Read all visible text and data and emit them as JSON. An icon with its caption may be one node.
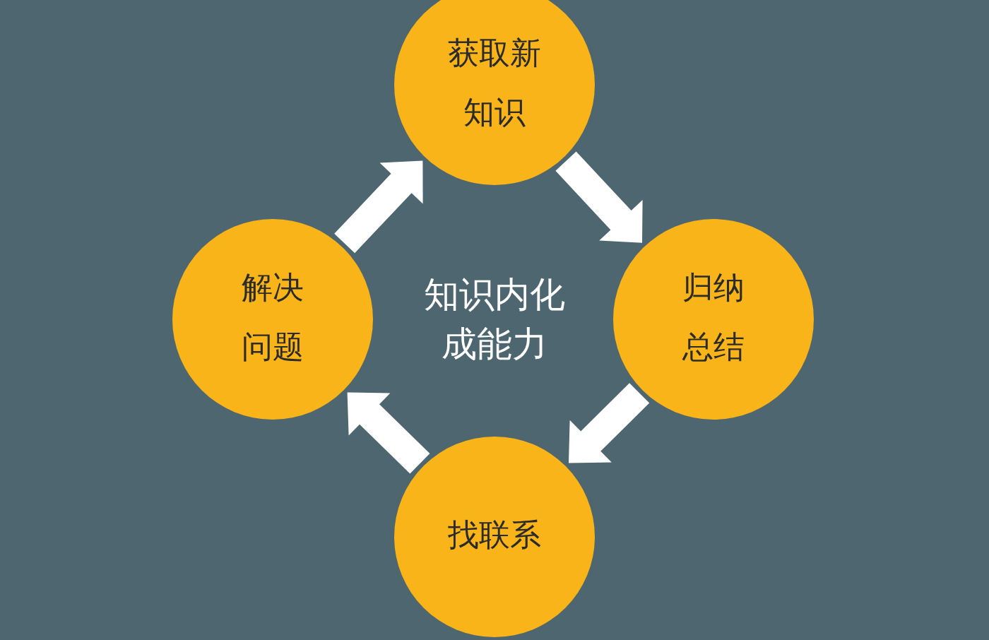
{
  "diagram": {
    "nodes": [
      {
        "text": [
          "获取新知识"
        ]
      },
      {
        "text": [
          "归纳总结"
        ]
      },
      {
        "text": [
          "找联系"
        ]
      },
      {
        "text": [
          "解决问题"
        ]
      }
    ],
    "edges": [
      {
        "from": 0,
        "to": 1,
        "arrow": "to"
      },
      {
        "from": 1,
        "to": 2,
        "arrow": "to"
      },
      {
        "from": 2,
        "to": 3,
        "arrow": "to"
      },
      {
        "from": 3,
        "to": 0,
        "arrow": "to"
      }
    ],
    "labels": [
      "知识内化成能力"
    ]
  }
}
